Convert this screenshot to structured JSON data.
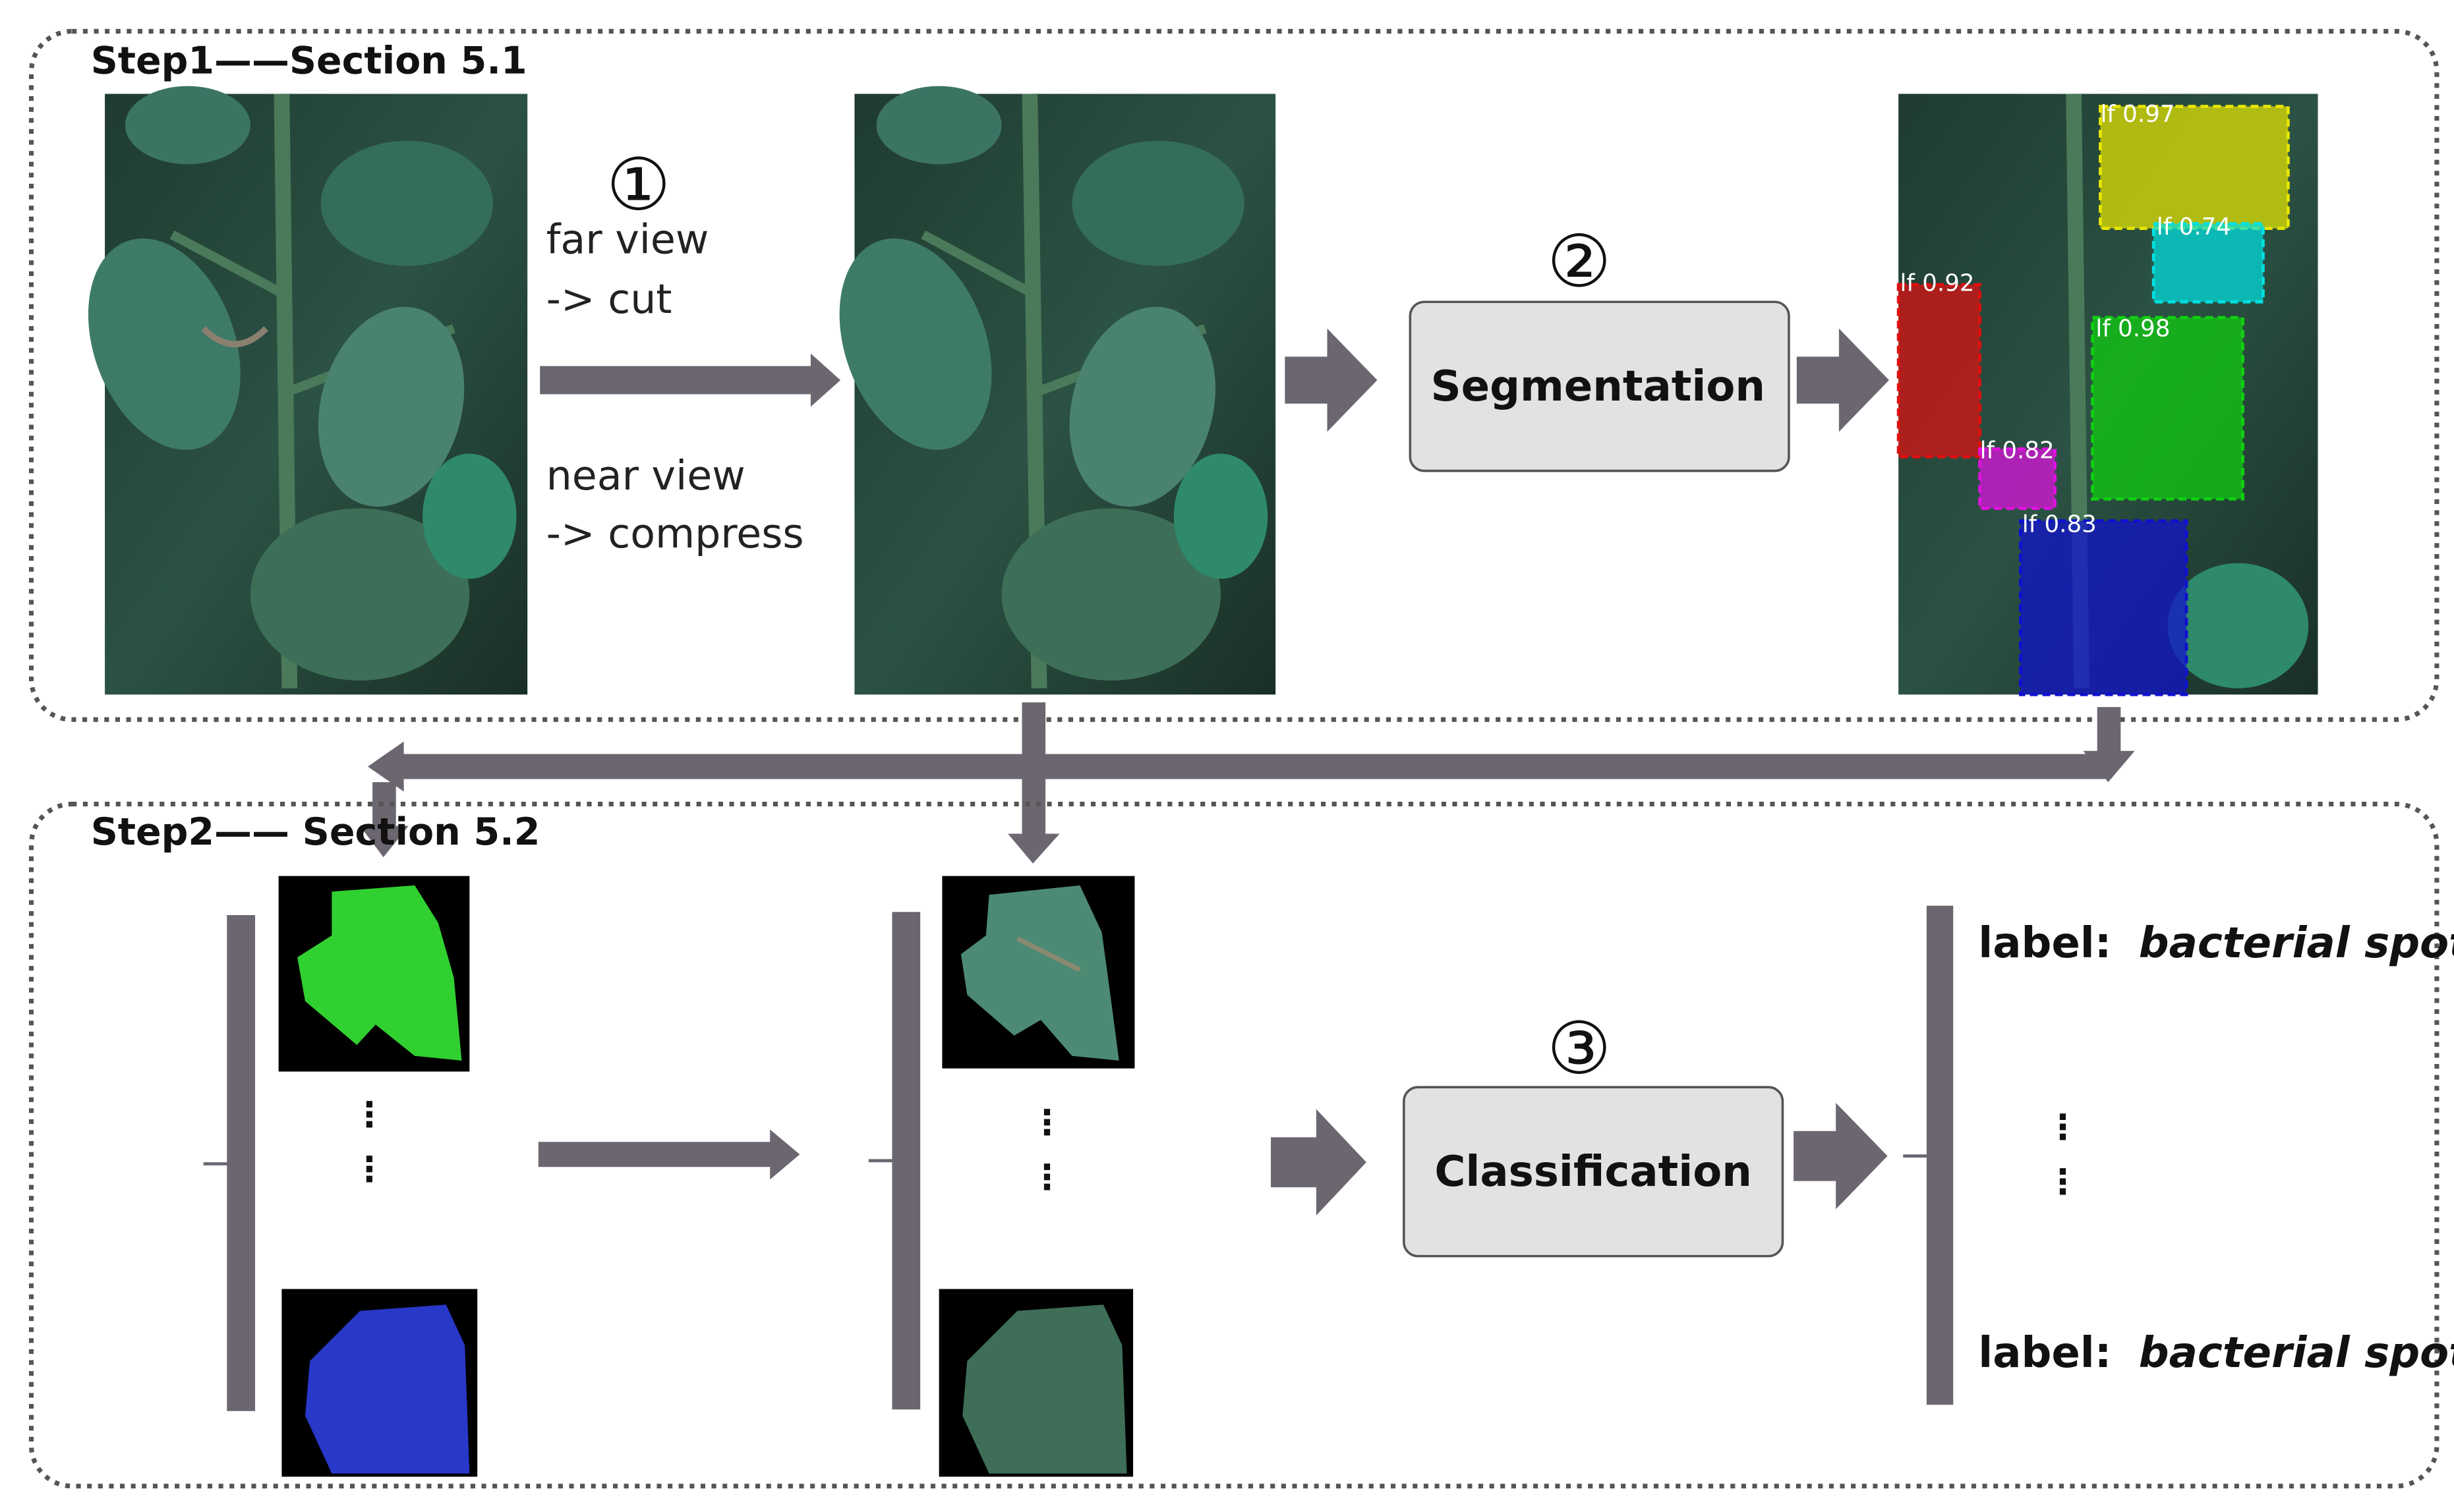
{
  "step1": {
    "title": "Step1——Section 5.1",
    "marker1": "①",
    "far_view": "far view",
    "cut": "-> cut",
    "near_view": "near view",
    "compress": "-> compress",
    "marker2": "②",
    "segmentation": "Segmentation",
    "detections": [
      {
        "label": "lf 0.97",
        "color": "#e6e600"
      },
      {
        "label": "lf 0.74",
        "color": "#00e0e0"
      },
      {
        "label": "lf 0.92",
        "color": "#e01010"
      },
      {
        "label": "lf 0.98",
        "color": "#10d010"
      },
      {
        "label": "lf 0.82",
        "color": "#e010e0"
      },
      {
        "label": "lf 0.83",
        "color": "#1010d0"
      }
    ]
  },
  "step2": {
    "title": "Step2——  Section 5.2",
    "marker3": "③",
    "classification": "Classification",
    "label_key": "label:",
    "label_value": "bacterial spot",
    "label_key2": "label:",
    "label_value2": "bacterial spot"
  },
  "colors": {
    "arrow": "#6b6670",
    "box_fill": "#e2e2e2",
    "box_stroke": "#555555",
    "leaf_dark": "#2f4a3a",
    "leaf_mid": "#3e7060",
    "border": "#555555"
  }
}
